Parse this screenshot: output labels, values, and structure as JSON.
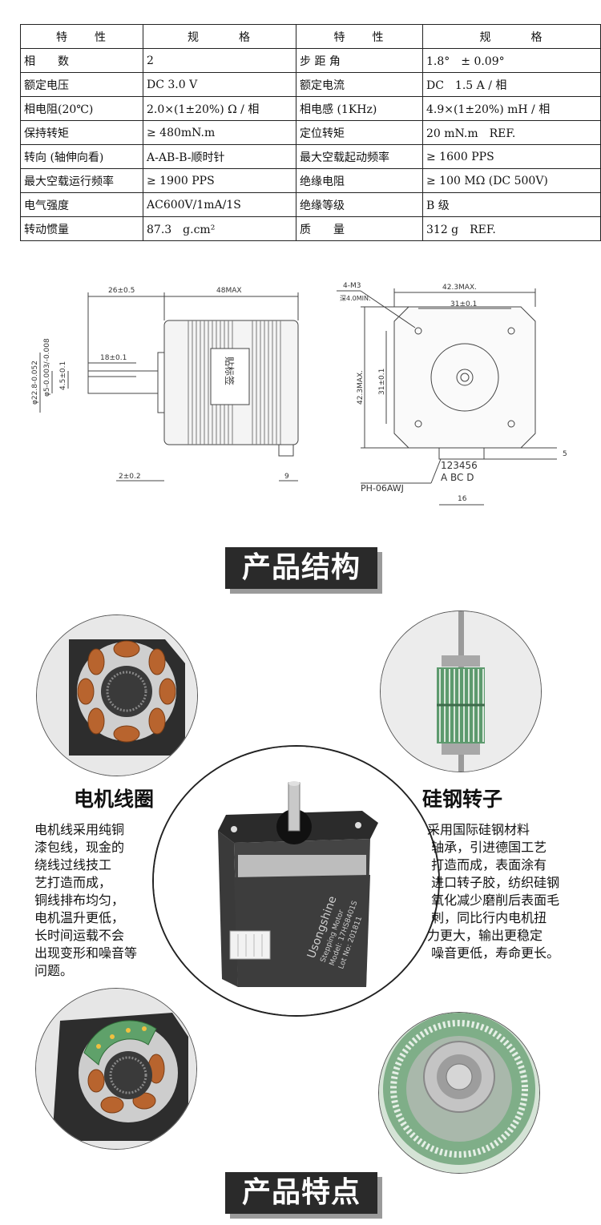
{
  "spec_table": {
    "header": [
      "特　　性",
      "规　　　格",
      "特　　性",
      "规　　　格"
    ],
    "rows": [
      [
        "相　　数",
        "2",
        "步 距 角",
        "1.8°　± 0.09°"
      ],
      [
        "额定电压",
        "DC 3.0 V",
        "额定电流",
        "DC　1.5 A / 相"
      ],
      [
        "相电阻(20℃)",
        "2.0×(1±20%) Ω / 相",
        "相电感 (1KHz)",
        "4.9×(1±20%) mH / 相"
      ],
      [
        "保持转矩",
        "≥ 480mN.m",
        "定位转矩",
        "20 mN.m　REF."
      ],
      [
        "转向 (轴伸向看)",
        "A-AB-B-顺时针",
        "最大空载起动频率",
        "≥ 1600 PPS"
      ],
      [
        "最大空载运行频率",
        "≥ 1900 PPS",
        "绝缘电阻",
        "≥ 100 MΩ (DC 500V)"
      ],
      [
        "电气强度",
        "AC600V/1mA/1S",
        "绝缘等级",
        "B 级"
      ],
      [
        "转动惯量",
        "87.3　g.cm²",
        "质　　量",
        "312 g　REF."
      ]
    ]
  },
  "side_drawing": {
    "dim_shaft_len": "26±0.5",
    "dim_body_len": "48MAX",
    "dim_flat": "18±0.1",
    "dim_shaft_dia": "φ5-0.003/-0.008",
    "dim_boss_dia": "φ22.8-0.052",
    "dim_flat_depth": "4.5±0.1",
    "dim_boss_height": "2±0.2",
    "dim_connector": "9",
    "label": "贴标签"
  },
  "front_drawing": {
    "dim_thread": "4-M3",
    "dim_depth": "深4.0MIN.",
    "dim_width": "42.3MAX.",
    "dim_hole_pitch_h": "31±0.1",
    "dim_height": "42.3MAX.",
    "dim_hole_pitch_v": "31±0.1",
    "dim_connector_h": "5",
    "pin_numbers": "123456",
    "pin_labels": "A BC D",
    "connector_name": "PH-06AWJ",
    "dim_connector_w": "16"
  },
  "section_structure": "产品结构",
  "section_features": "产品特点",
  "features": {
    "coil": {
      "title": "电机线圈",
      "text": "电机线采用纯铜\n漆包线，现金的\n绕线过线技工\n艺打造而成，\n铜线排布均匀，\n电机温升更低，\n长时间运载不会\n出现变形和噪音等\n问题。"
    },
    "rotor": {
      "title": "硅钢转子",
      "text": "采用国际硅钢材料\n 轴承，引进德国工艺\n 打造而成，表面涂有\n 进口转子胶，纺织硅钢\n 氧化减少磨削后表面毛\n 刺，同比行内电机扭\n力更大，输出更稳定\n 噪音更低，寿命更长。"
    }
  },
  "motor_label": {
    "brand": "Usongshine",
    "line1": "Stepping Motor",
    "line2": "Model: 17HS8401S",
    "line3": "Lot No: 201811"
  },
  "colors": {
    "banner_bg": "#2a2a2a",
    "banner_shadow": "#9a9a9a",
    "copper": "#b8642e",
    "rotor_green": "#5d9a6e"
  }
}
